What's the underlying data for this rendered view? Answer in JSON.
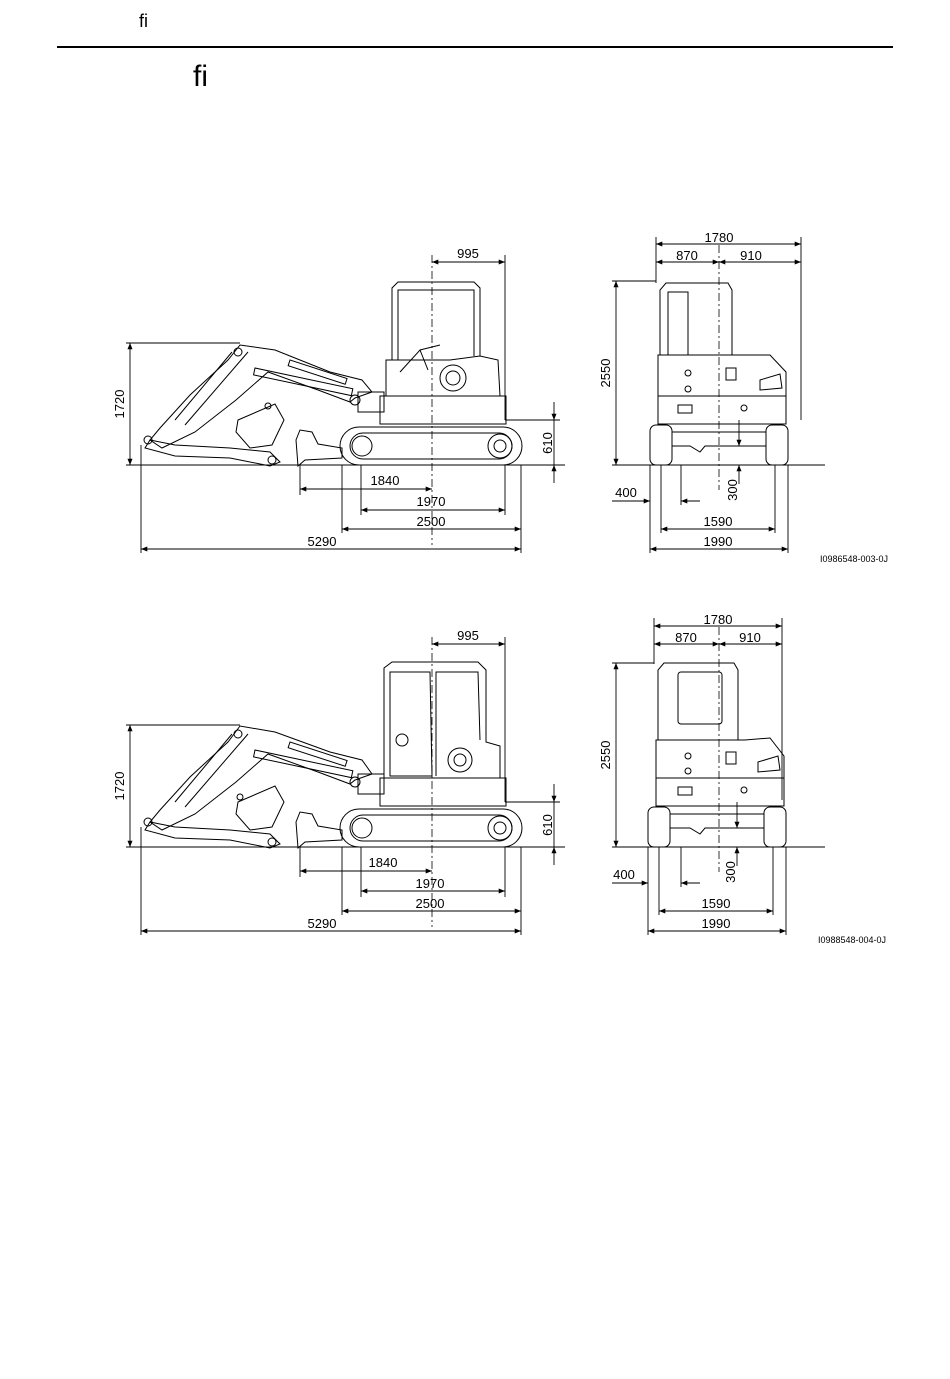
{
  "header": {
    "section_symbol": "ﬁ"
  },
  "section": {
    "title": "ﬁ"
  },
  "figures": [
    {
      "figure_id": "I0986548-003-0J",
      "side": {
        "top": "995",
        "height": "1720",
        "track": "610",
        "d1": "1840",
        "d2": "1970",
        "d3": "2500",
        "overall": "5290"
      },
      "rear": {
        "width_total": "1780",
        "left": "870",
        "right": "910",
        "height": "2550",
        "offset": "400",
        "ground_clearance": "300",
        "track_gauge": "1590",
        "overall_width": "1990"
      }
    },
    {
      "figure_id": "I0988548-004-0J",
      "side": {
        "top": "995",
        "height": "1720",
        "track": "610",
        "d1": "1840",
        "d2": "1970",
        "d3": "2500",
        "overall": "5290"
      },
      "rear": {
        "width_total": "1780",
        "left": "870",
        "right": "910",
        "height": "2550",
        "offset": "400",
        "ground_clearance": "300",
        "track_gauge": "1590",
        "overall_width": "1990"
      }
    }
  ]
}
